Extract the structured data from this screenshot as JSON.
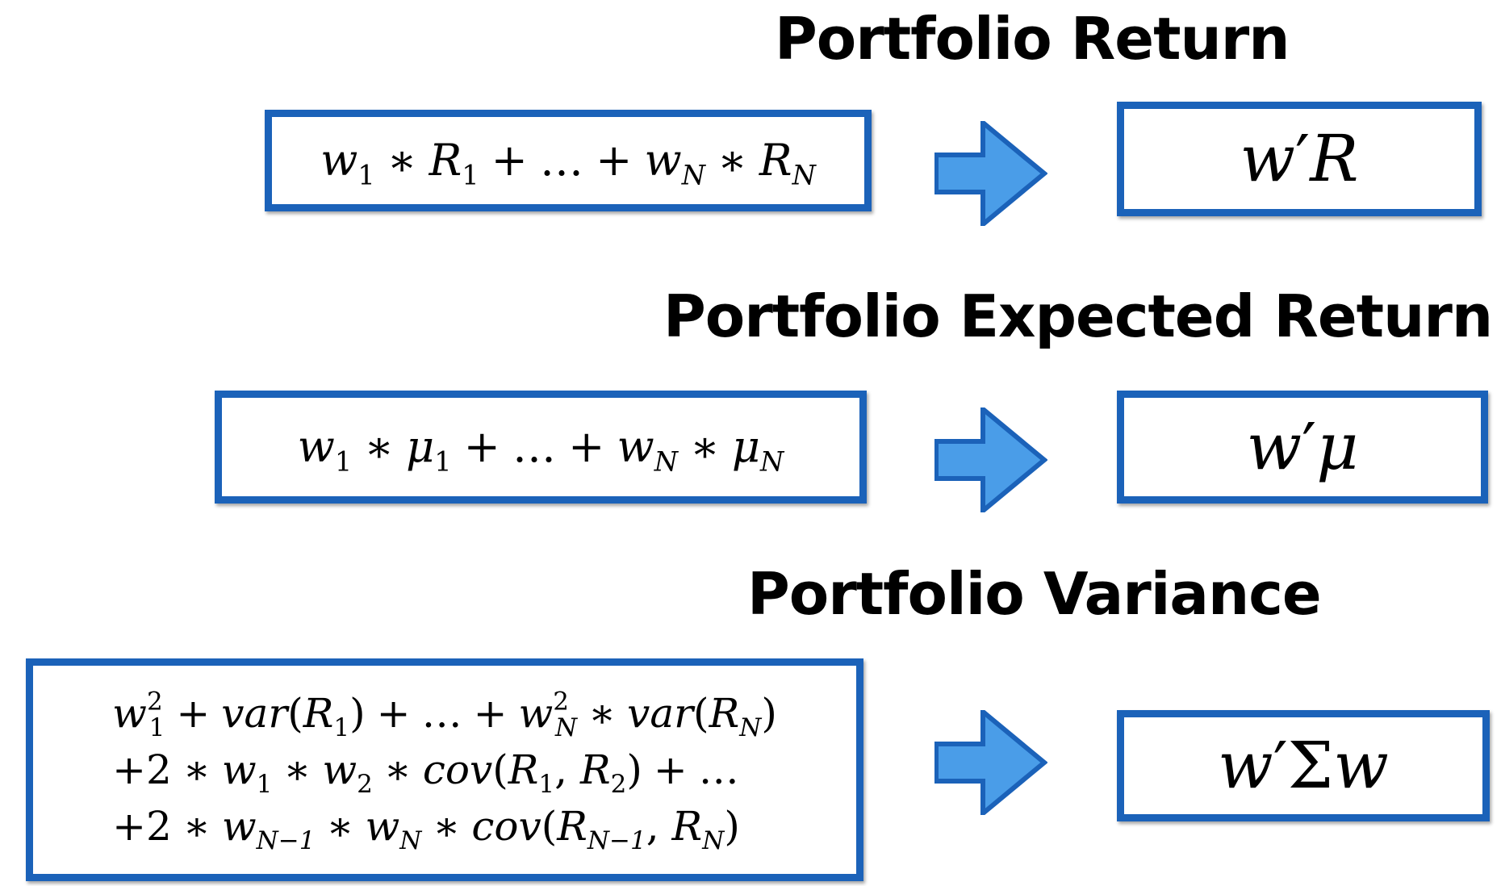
{
  "sections": [
    {
      "title": "Portfolio Return",
      "left_formula": "w_1 * R_1 + ... + w_N * R_N",
      "right_formula": "w'R"
    },
    {
      "title": "Portfolio Expected Return",
      "left_formula": "w_1 * μ_1 + ... + w_N * μ_N",
      "right_formula": "w'μ"
    },
    {
      "title": "Portfolio Variance",
      "left_formula_lines": [
        "w_1^2 + var(R_1) + ... + w_N^2 * var(R_N)",
        "+2 * w_1 * w_2 * cov(R_1, R_2) + ...",
        "+2 * w_{N-1} * w_N * cov(R_{N-1}, R_N)"
      ],
      "right_formula": "w'Σw"
    }
  ],
  "colors": {
    "box_border": "#1b62b9",
    "arrow_fill": "#4a9de8",
    "arrow_stroke": "#1b62b9"
  },
  "icons": [
    "right-arrow-icon"
  ]
}
